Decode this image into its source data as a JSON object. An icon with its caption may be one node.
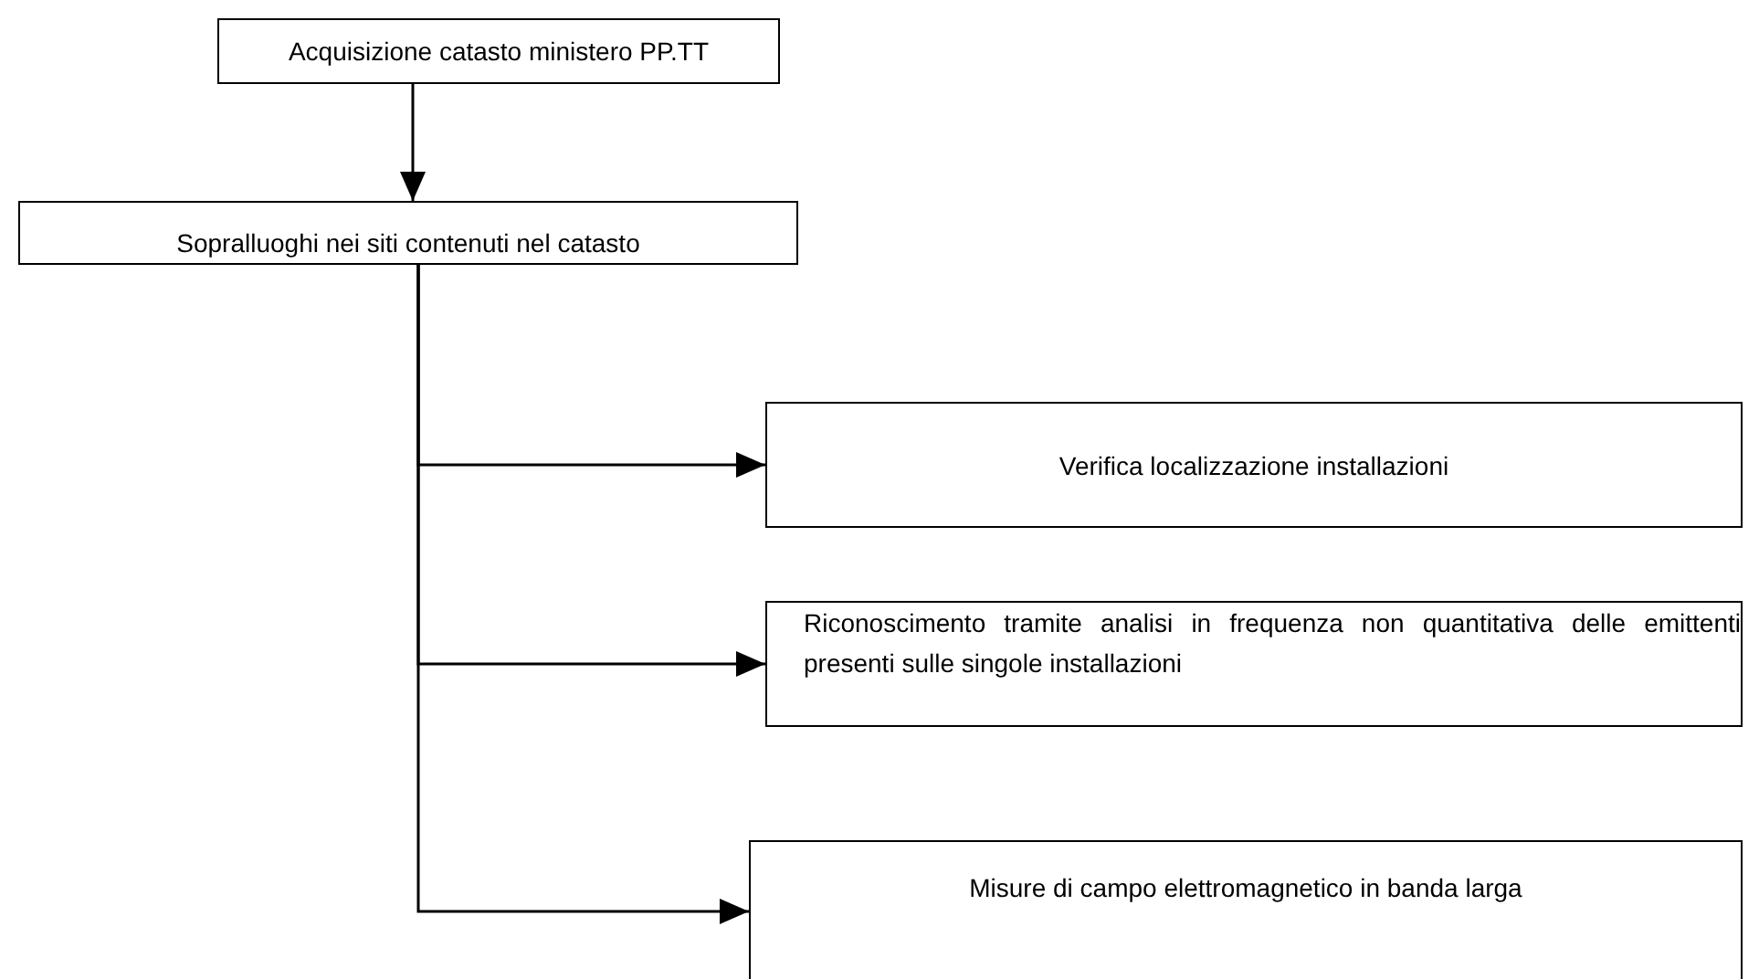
{
  "diagram": {
    "nodes": [
      {
        "text": [
          "Acquisizione catasto ministero PP.TT"
        ]
      },
      {
        "text": [
          "Sopralluoghi nei siti contenuti nel catasto"
        ]
      },
      {
        "text": [
          "Verifica localizzazione installazioni"
        ]
      },
      {
        "text": [
          "Riconoscimento tramite analisi in frequenza non quantitativa delle emittenti presenti sulle singole installazioni"
        ]
      },
      {
        "text": [
          "Misure di campo elettromagnetico in banda larga"
        ]
      }
    ],
    "edges": [
      {
        "from": 0,
        "to": 1,
        "arrow": "to"
      },
      {
        "from": 1,
        "to": 2,
        "arrow": "to"
      },
      {
        "from": 1,
        "to": 3,
        "arrow": "to"
      },
      {
        "from": 1,
        "to": 4,
        "arrow": "to"
      }
    ]
  }
}
